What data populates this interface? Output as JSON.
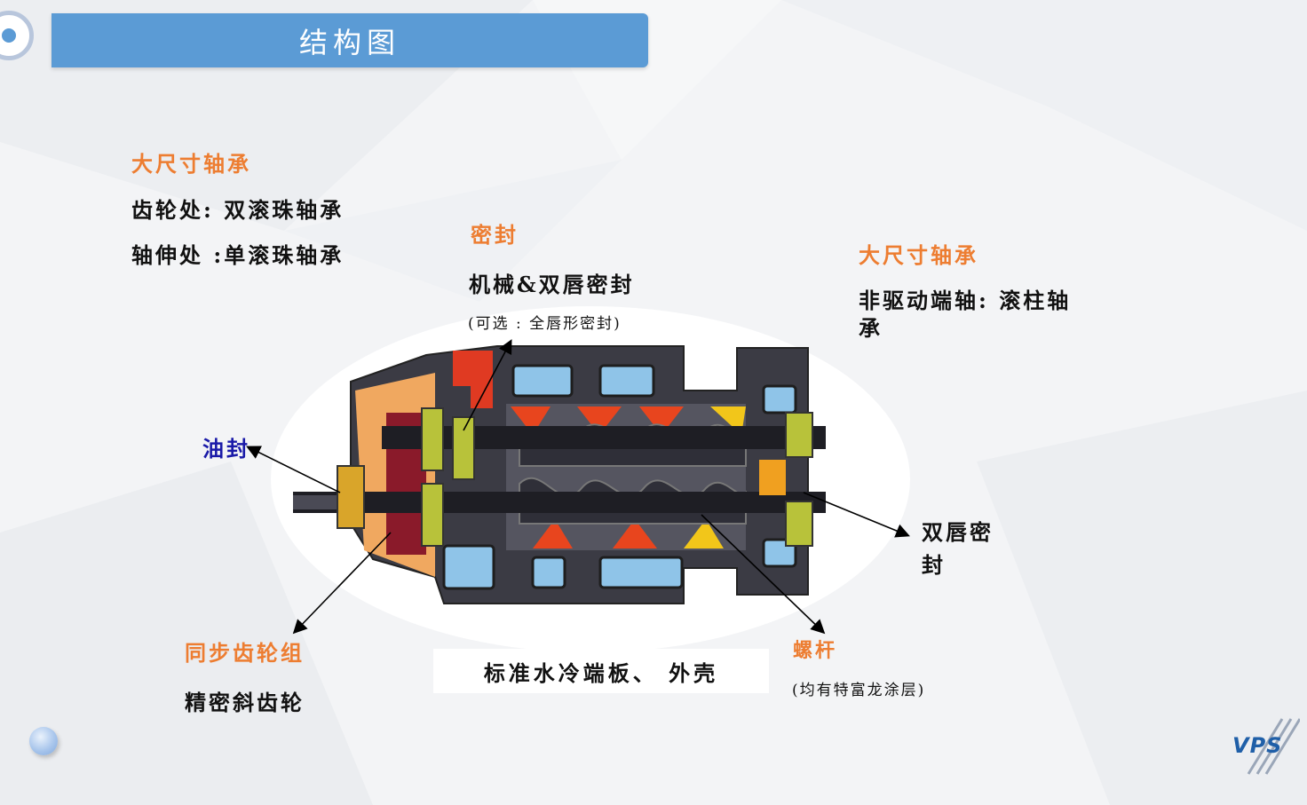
{
  "title": "结构图",
  "labels": {
    "bearing_left_title": "大尺寸轴承",
    "bearing_left_line1": "齿轮处: 双滚珠轴承",
    "bearing_left_line2": "轴伸处 :单滚珠轴承",
    "seal_title": "密封",
    "seal_line1": "机械&双唇密封",
    "seal_line2": "(可选 : 全唇形密封)",
    "bearing_right_title": "大尺寸轴承",
    "bearing_right_line1": "非驱动端轴: 滚柱轴",
    "bearing_right_line2": "承",
    "oil_seal": "油封",
    "lip_seal_line1": "双唇密",
    "lip_seal_line2": "封",
    "gear_title": "同步齿轮组",
    "gear_line1": "精密斜齿轮",
    "screw_title": "螺杆",
    "screw_line1": "(均有特富龙涂层)",
    "end_plate": "标准水冷端板、 外壳"
  },
  "logo_text": "VPS",
  "colors": {
    "title_bar": "#5b9bd5",
    "accent_orange": "#ed7d31",
    "oil_seal_blue": "#1a1aa8",
    "logo_blue": "#1f5fa8"
  }
}
